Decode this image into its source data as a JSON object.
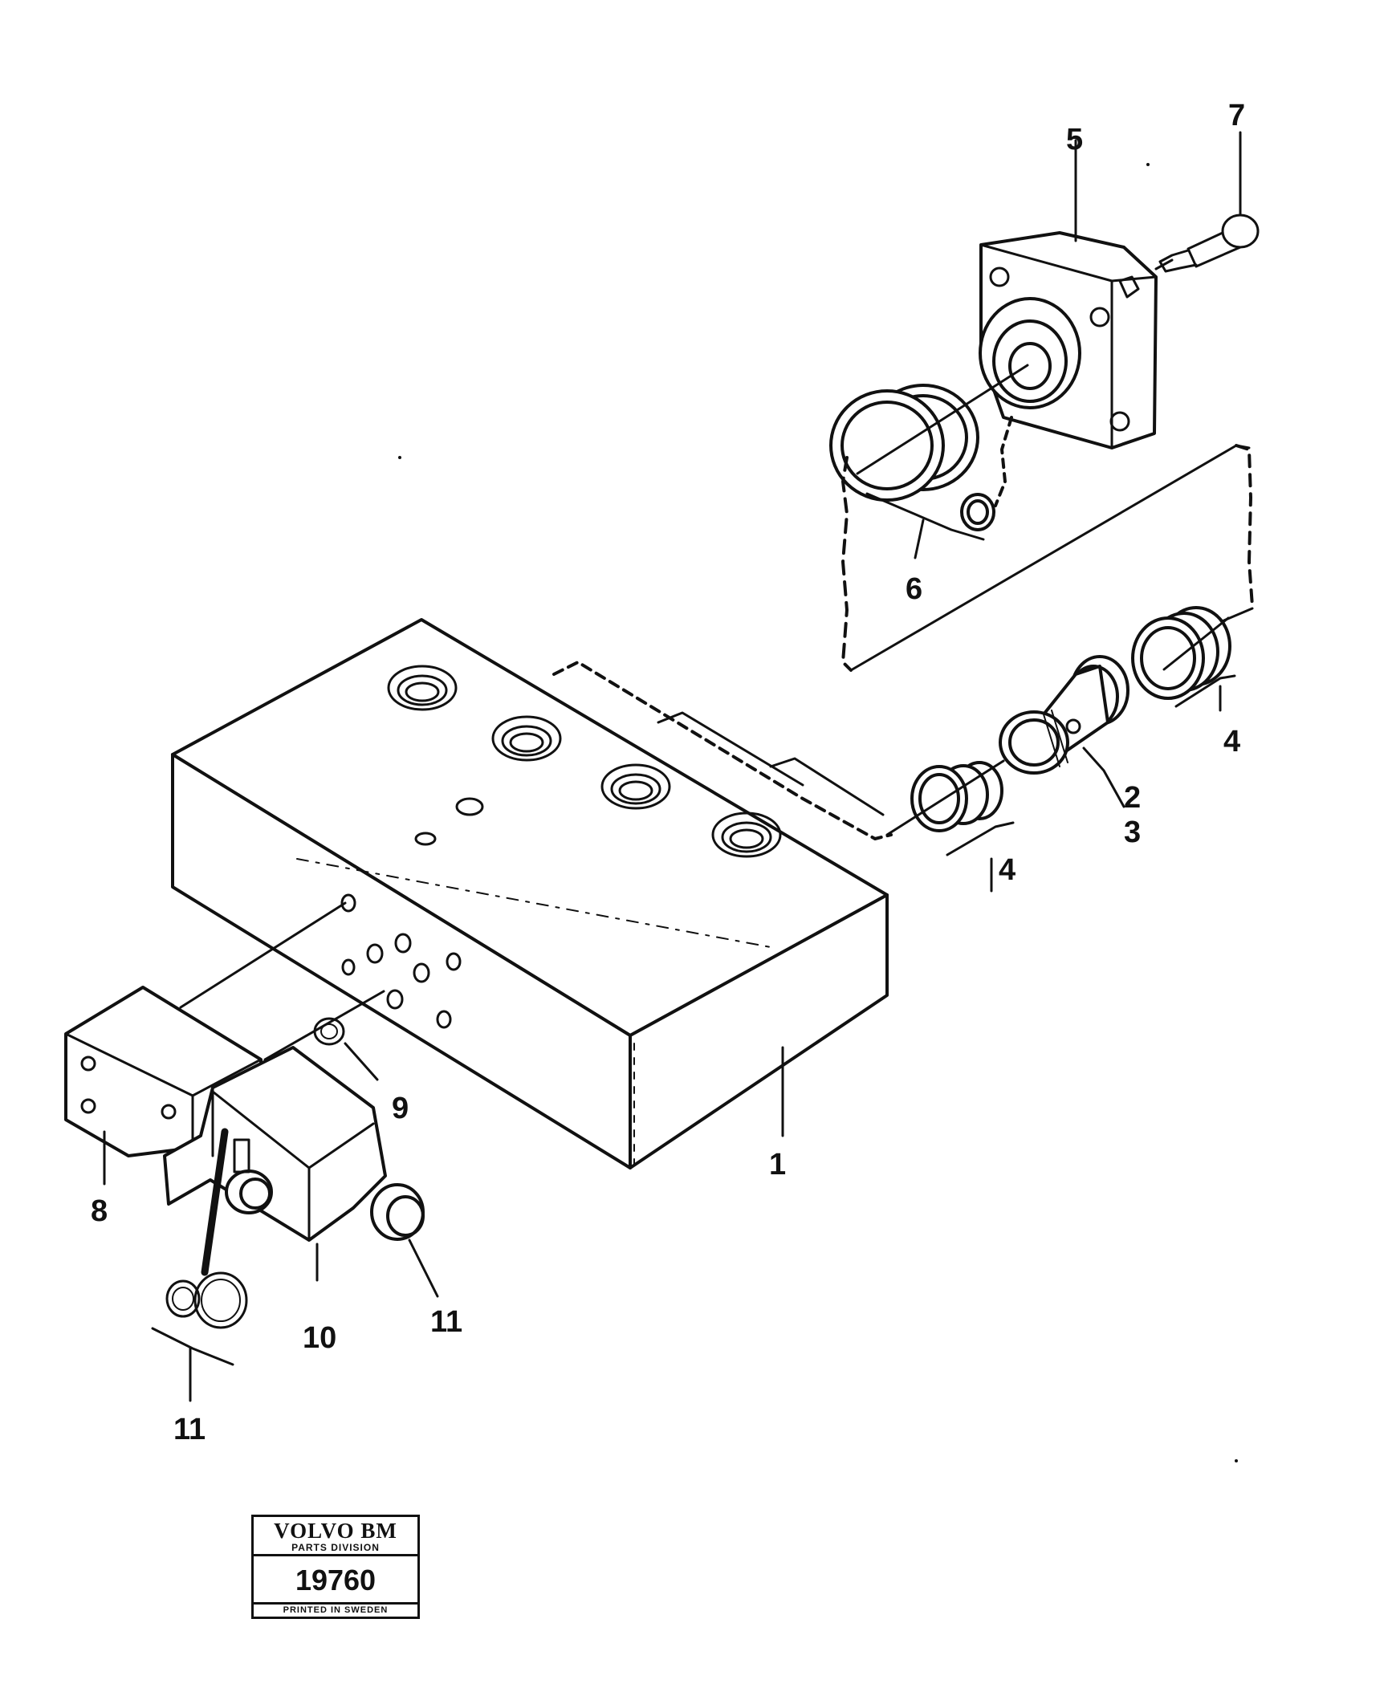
{
  "callouts": {
    "c1": "1",
    "c2": "2",
    "c3": "3",
    "c4a": "4",
    "c4b": "4",
    "c5": "5",
    "c6": "6",
    "c7": "7",
    "c8": "8",
    "c9": "9",
    "c10": "10",
    "c11a": "11",
    "c11b": "11"
  },
  "title_block": {
    "brand": "VOLVO BM",
    "division": "PARTS DIVISION",
    "number": "19760",
    "printed": "PRINTED IN SWEDEN"
  },
  "colors": {
    "ink": "#111111",
    "paper": "#ffffff"
  }
}
